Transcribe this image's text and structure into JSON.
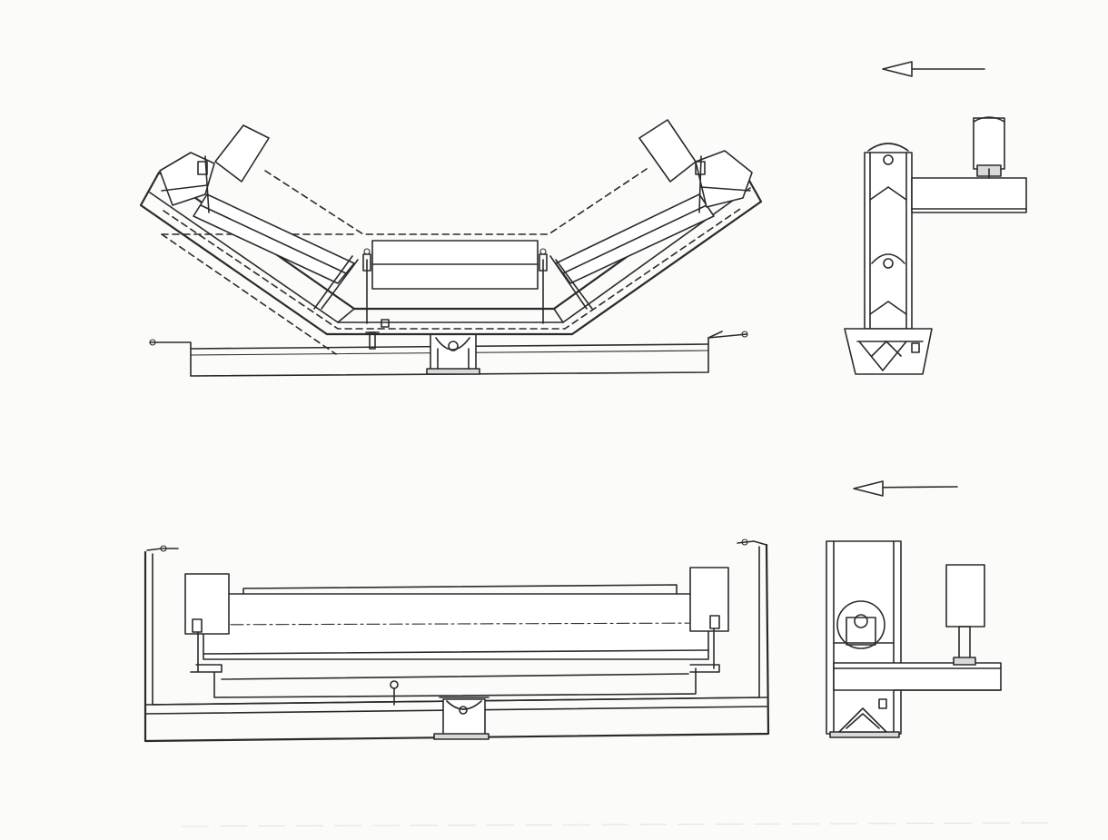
{
  "drawing": {
    "views": [
      {
        "id": "trough-idler-front",
        "type": "front elevation"
      },
      {
        "id": "trough-idler-side",
        "type": "side elevation"
      },
      {
        "id": "return-idler-front",
        "type": "front elevation"
      },
      {
        "id": "return-idler-side",
        "type": "side elevation"
      }
    ],
    "belt_direction_arrows": 2,
    "line_color": "#2a2a2a",
    "background_color": "#fbfbfa"
  }
}
